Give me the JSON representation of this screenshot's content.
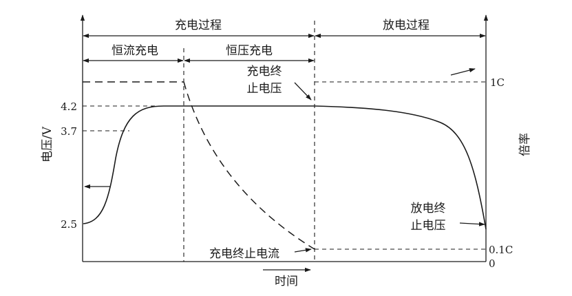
{
  "phases": {
    "charge": "充电过程",
    "discharge": "放电过程",
    "cc": "恒流充电",
    "cv": "恒压充电"
  },
  "axes": {
    "y_left_label": "电压/V",
    "y_right_label": "倍率",
    "x_label": "时间",
    "left_ticks": [
      "4.2",
      "3.7",
      "2.5"
    ],
    "right_ticks": [
      "1C",
      "0.1C",
      "0"
    ]
  },
  "annotations": {
    "charge_end_voltage_1": "充电终",
    "charge_end_voltage_2": "止电压",
    "discharge_end_voltage_1": "放电终",
    "discharge_end_voltage_2": "止电压",
    "charge_end_current": "充电终止电流"
  }
}
